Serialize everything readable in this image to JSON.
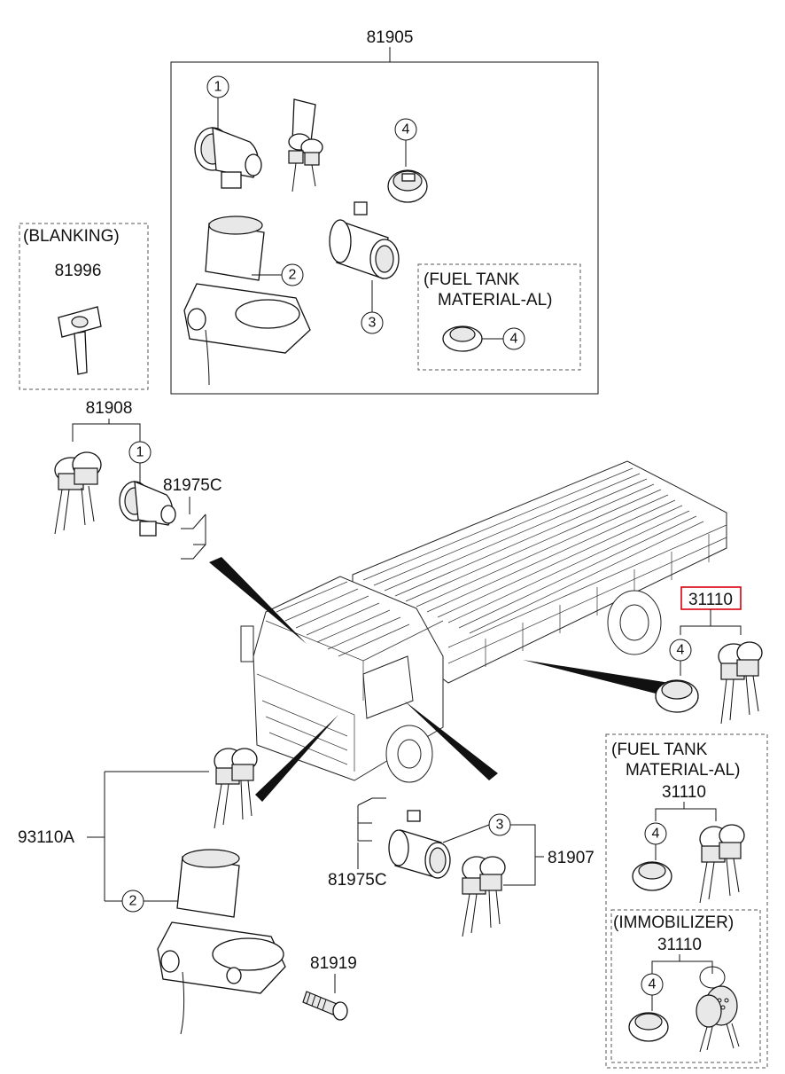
{
  "part_numbers": {
    "lock_set": "81905",
    "blanking_key": "81996",
    "door_lock_left": "81908",
    "clip_left": "81975C",
    "fuel_cap_key": "31110",
    "fuel_cap_key_al": "31110",
    "fuel_cap_key_immo": "31110",
    "ignition_set": "93110A",
    "clip_right": "81975C",
    "door_lock_right": "81907",
    "screw": "81919"
  },
  "callouts": {
    "c1": "1",
    "c2": "2",
    "c3": "3",
    "c4": "4"
  },
  "boxes": {
    "blanking": "(BLANKING)",
    "fuel_tank_al_line1": "(FUEL TANK",
    "fuel_tank_al_line2": "MATERIAL-AL)",
    "immobilizer": "(IMMOBILIZER)"
  },
  "highlight": {
    "part": "31110",
    "color": "#d9000d"
  }
}
